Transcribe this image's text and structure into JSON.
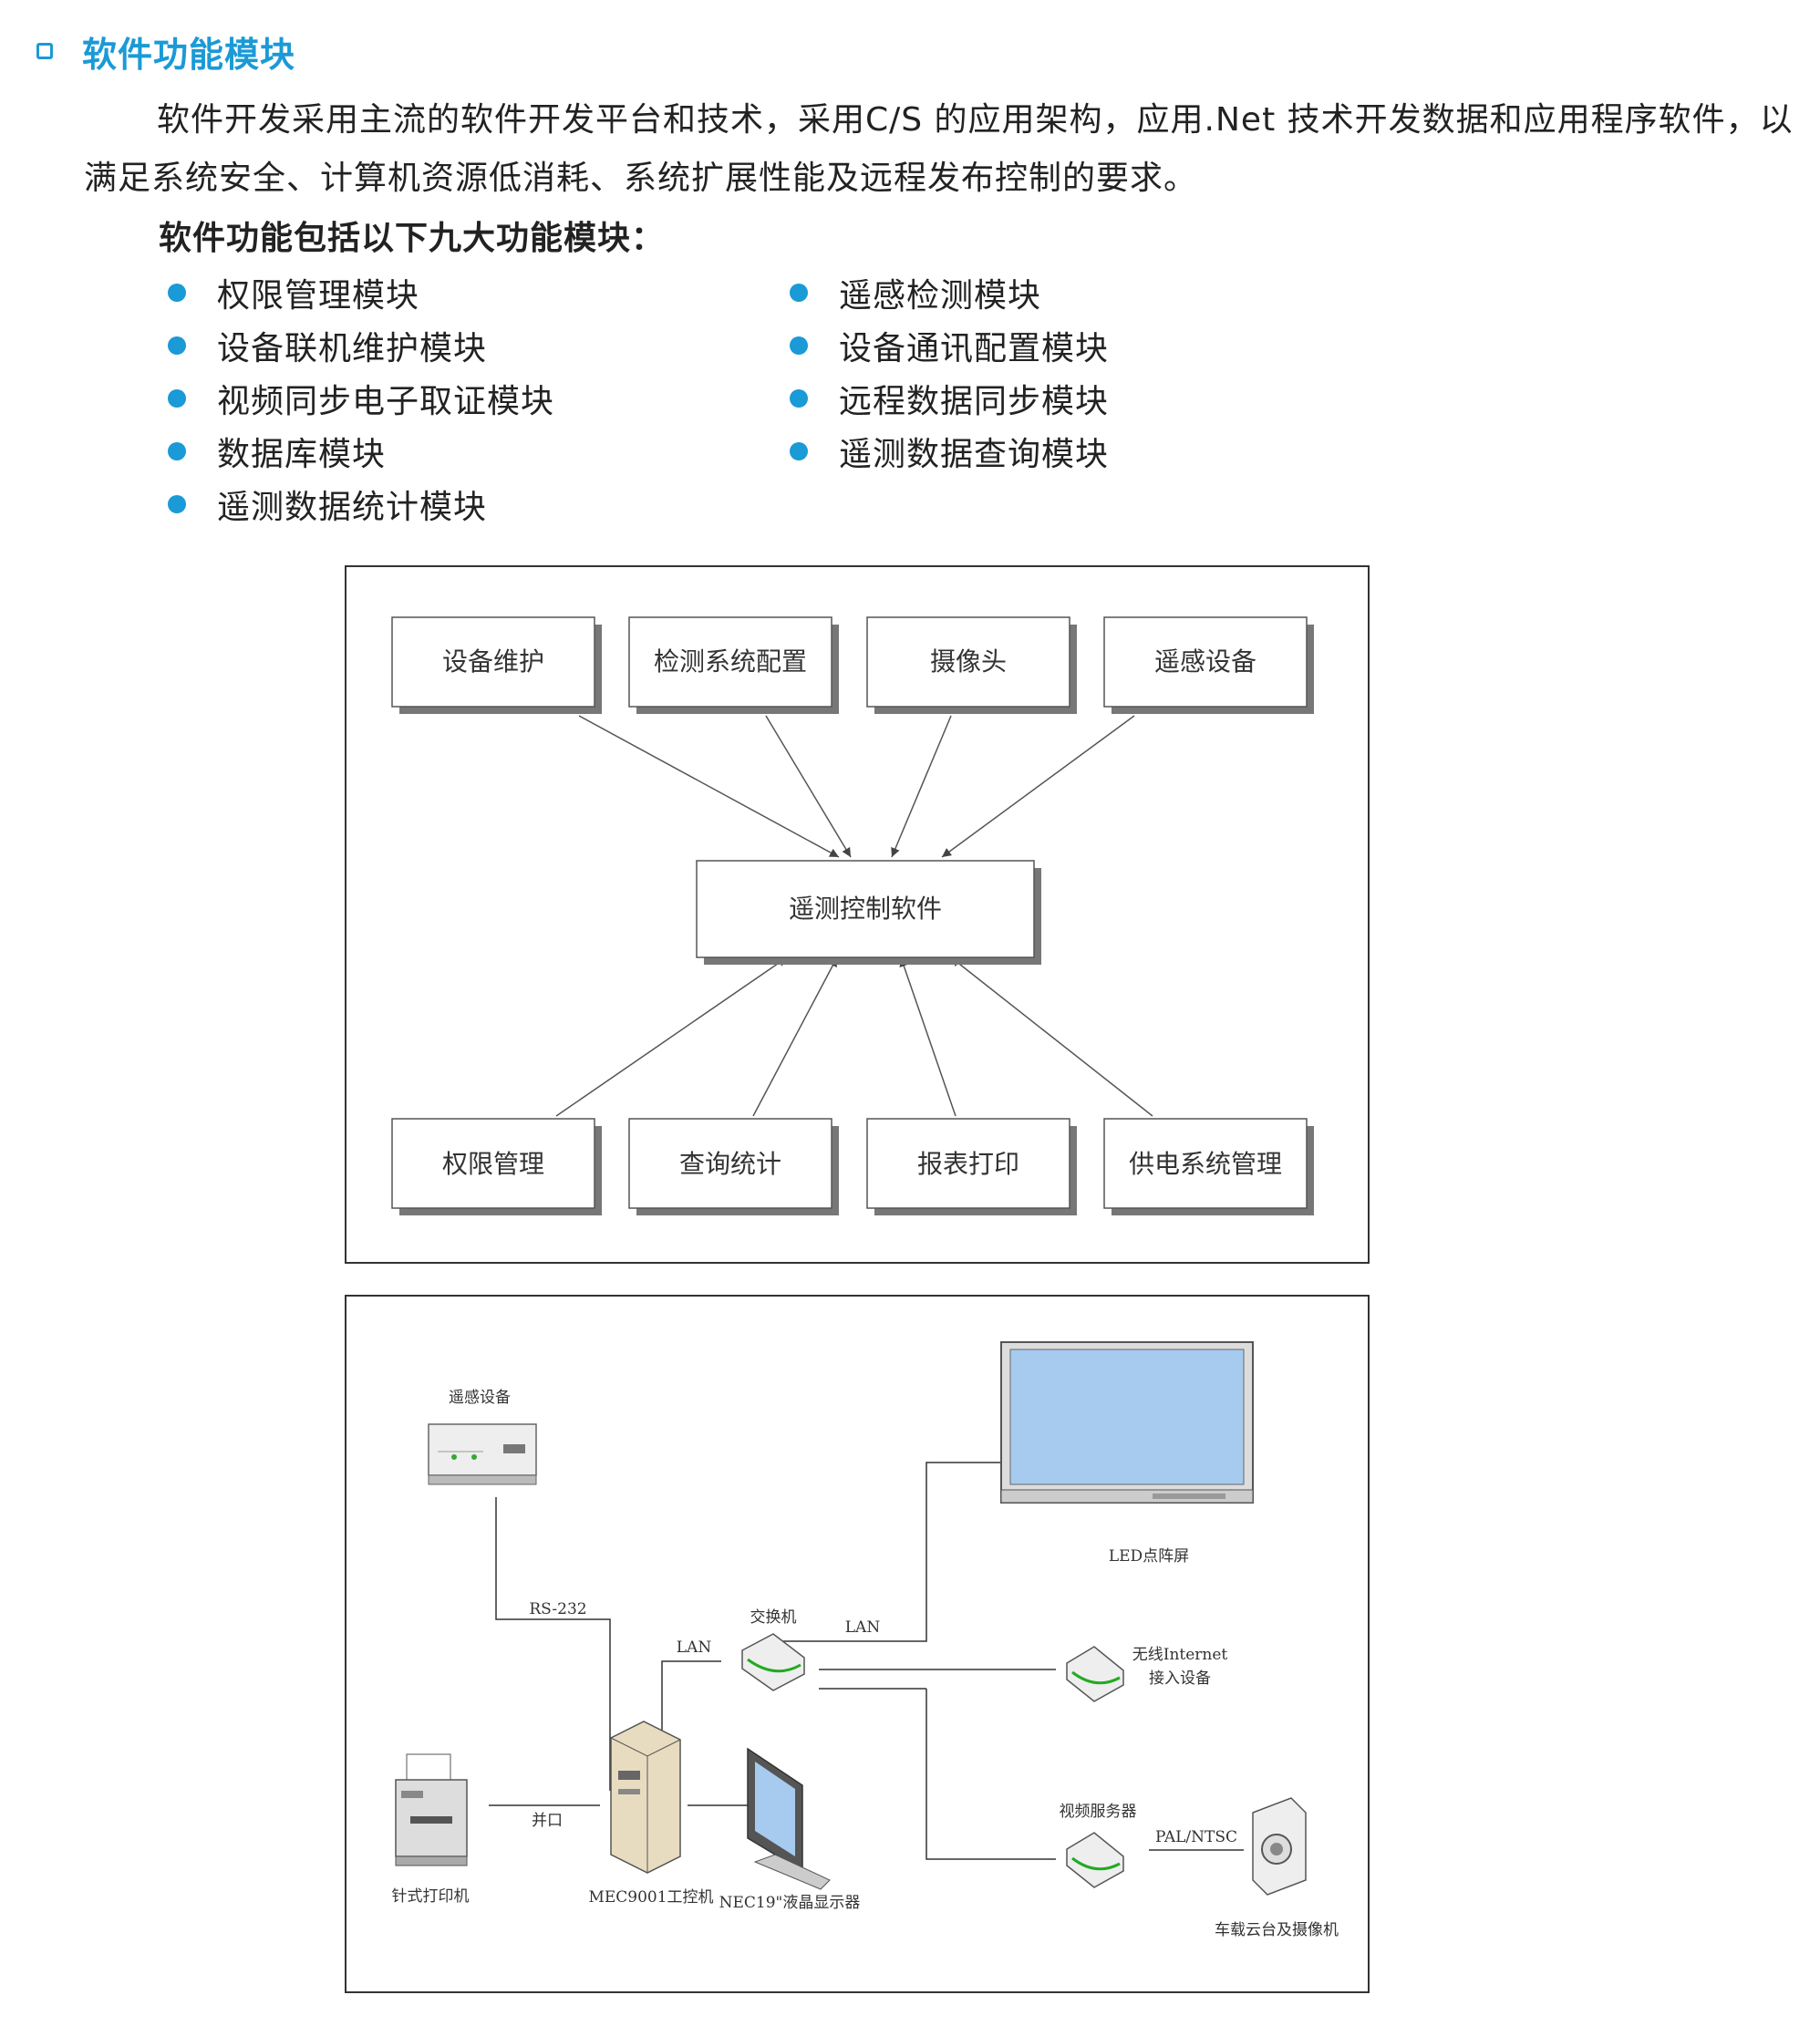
{
  "heading": {
    "title": "软件功能模块"
  },
  "paragraph": "软件开发采用主流的软件开发平台和技术，采用C/S 的应用架构，应用.Net 技术开发数据和应用程序软件，以满足系统安全、计算机资源低消耗、系统扩展性能及远程发布控制的要求。",
  "subheading": "软件功能包括以下九大功能模块：",
  "modules_left": [
    "权限管理模块",
    "设备联机维护模块",
    "视频同步电子取证模块",
    "数据库模块",
    "遥测数据统计模块"
  ],
  "modules_right": [
    "遥感检测模块",
    "设备通讯配置模块",
    "远程数据同步模块",
    "遥测数据查询模块"
  ],
  "diagram1": {
    "top_nodes": [
      "设备维护",
      "检测系统配置",
      "摄像头",
      "遥感设备"
    ],
    "center_node": "遥测控制软件",
    "bottom_nodes": [
      "权限管理",
      "查询统计",
      "报表打印",
      "供电系统管理"
    ]
  },
  "diagram2": {
    "remote_device": "遥感设备",
    "rs232": "RS-232",
    "switch": "交换机",
    "lan1": "LAN",
    "lan2": "LAN",
    "led_screen": "LED点阵屏",
    "wireless_line1": "无线Internet",
    "wireless_line2": "接入设备",
    "video_server": "视频服务器",
    "pal_ntsc": "PAL/NTSC",
    "camera": "车载云台及摄像机",
    "printer": "针式打印机",
    "port": "并口",
    "ipc": "MEC9001工控机",
    "monitor": "NEC19\"液晶显示器"
  },
  "colors": {
    "accent": "#1a9ad6",
    "screen": "#a6cbef"
  }
}
